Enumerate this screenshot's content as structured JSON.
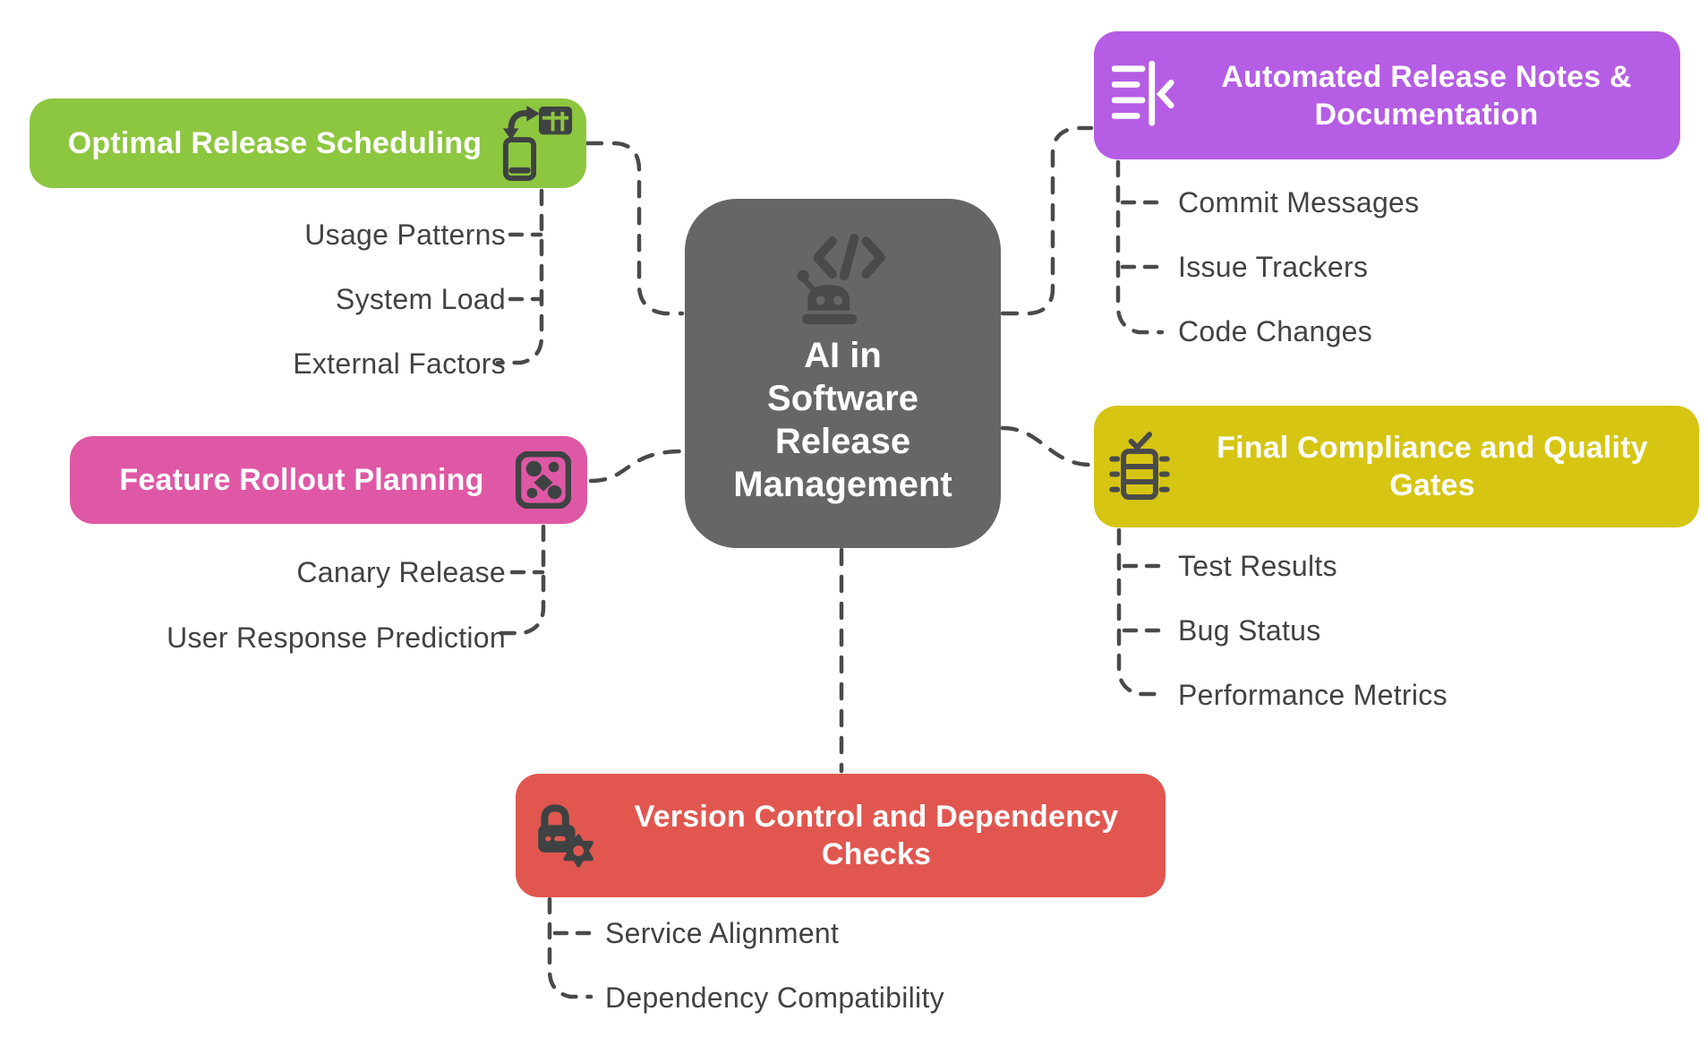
{
  "diagram": {
    "type": "mindmap",
    "background_color": "#FFFFFF",
    "connector_color": "#4A4A4A",
    "child_text_color": "#424242",
    "center": {
      "label": "AI in Software Release Management",
      "label_lines": [
        "AI in",
        "Software",
        "Release",
        "Management"
      ],
      "icon": "robot-code-icon",
      "bg_color": "#666666",
      "text_color": "#FFFFFF"
    },
    "branches": [
      {
        "id": "optimal-release-scheduling",
        "label": "Optimal Release Scheduling",
        "icon": "phone-calendar-sync-icon",
        "color": "#8DC63F",
        "side": "left",
        "children": [
          "Usage Patterns",
          "System Load",
          "External Factors"
        ]
      },
      {
        "id": "feature-rollout-planning",
        "label": "Feature Rollout Planning",
        "icon": "feature-grid-icon",
        "color": "#DF58A5",
        "side": "left",
        "children": [
          "Canary Release",
          "User Response Prediction"
        ]
      },
      {
        "id": "automated-release-notes-documentation",
        "label": "Automated Release Notes & Documentation",
        "icon": "release-notes-icon",
        "color": "#B55DE5",
        "side": "right",
        "children": [
          "Commit Messages",
          "Issue Trackers",
          "Code Changes"
        ]
      },
      {
        "id": "final-compliance-quality-gates",
        "label": "Final Compliance and Quality Gates",
        "icon": "compliance-checklist-icon",
        "color": "#D6C513",
        "side": "right",
        "children": [
          "Test Results",
          "Bug Status",
          "Performance Metrics"
        ]
      },
      {
        "id": "version-control-dependency-checks",
        "label": "Version Control and Dependency Checks",
        "icon": "lock-gear-icon",
        "color": "#E15750",
        "side": "bottom",
        "children": [
          "Service Alignment",
          "Dependency Compatibility"
        ]
      }
    ]
  }
}
